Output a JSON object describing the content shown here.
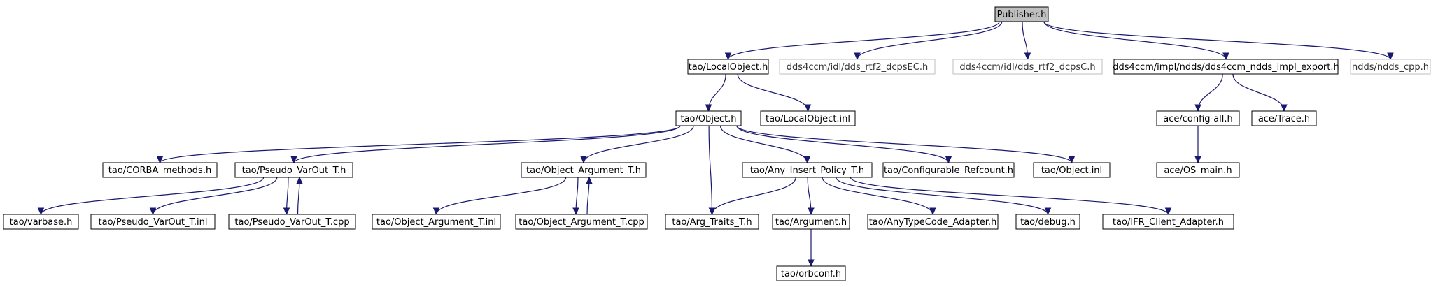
{
  "graph": {
    "colors": {
      "edge": "#191970",
      "root_fill": "#bfbfbf",
      "node_border": "#000000",
      "external_border": "#bfbfbf"
    },
    "nodes": [
      {
        "id": "publisher",
        "label": "Publisher.h",
        "kind": "root"
      },
      {
        "id": "localobject",
        "label": "tao/LocalObject.h"
      },
      {
        "id": "rtf2ec",
        "label": "dds4ccm/idl/dds_rtf2_dcpsEC.h",
        "kind": "external"
      },
      {
        "id": "rtf2c",
        "label": "dds4ccm/idl/dds_rtf2_dcpsC.h",
        "kind": "external"
      },
      {
        "id": "nddsexport",
        "label": "dds4ccm/impl/ndds/dds4ccm_ndds_impl_export.h"
      },
      {
        "id": "nddscpp",
        "label": "ndds/ndds_cpp.h",
        "kind": "external"
      },
      {
        "id": "object",
        "label": "tao/Object.h"
      },
      {
        "id": "localobjectinl",
        "label": "tao/LocalObject.inl"
      },
      {
        "id": "configall",
        "label": "ace/config-all.h"
      },
      {
        "id": "trace",
        "label": "ace/Trace.h"
      },
      {
        "id": "osmain",
        "label": "ace/OS_main.h"
      },
      {
        "id": "corbamethods",
        "label": "tao/CORBA_methods.h"
      },
      {
        "id": "pseudovarout",
        "label": "tao/Pseudo_VarOut_T.h"
      },
      {
        "id": "objectargument",
        "label": "tao/Object_Argument_T.h"
      },
      {
        "id": "anyinsert",
        "label": "tao/Any_Insert_Policy_T.h"
      },
      {
        "id": "configurablerefcount",
        "label": "tao/Configurable_Refcount.h"
      },
      {
        "id": "objectinl",
        "label": "tao/Object.inl"
      },
      {
        "id": "varbase",
        "label": "tao/varbase.h"
      },
      {
        "id": "pseudovaroutinl",
        "label": "tao/Pseudo_VarOut_T.inl"
      },
      {
        "id": "pseudovaroutcpp",
        "label": "tao/Pseudo_VarOut_T.cpp"
      },
      {
        "id": "objectargumentinl",
        "label": "tao/Object_Argument_T.inl"
      },
      {
        "id": "objectargumentcpp",
        "label": "tao/Object_Argument_T.cpp"
      },
      {
        "id": "argtraits",
        "label": "tao/Arg_Traits_T.h"
      },
      {
        "id": "argument",
        "label": "tao/Argument.h"
      },
      {
        "id": "anytypecode",
        "label": "tao/AnyTypeCode_Adapter.h"
      },
      {
        "id": "debug",
        "label": "tao/debug.h"
      },
      {
        "id": "ifrclient",
        "label": "tao/IFR_Client_Adapter.h"
      },
      {
        "id": "orbconf",
        "label": "tao/orbconf.h"
      }
    ],
    "edges": [
      {
        "from": "publisher",
        "to": "localobject"
      },
      {
        "from": "publisher",
        "to": "rtf2ec"
      },
      {
        "from": "publisher",
        "to": "rtf2c"
      },
      {
        "from": "publisher",
        "to": "nddsexport"
      },
      {
        "from": "publisher",
        "to": "nddscpp"
      },
      {
        "from": "localobject",
        "to": "object"
      },
      {
        "from": "localobject",
        "to": "localobjectinl"
      },
      {
        "from": "nddsexport",
        "to": "configall"
      },
      {
        "from": "nddsexport",
        "to": "trace"
      },
      {
        "from": "configall",
        "to": "osmain"
      },
      {
        "from": "object",
        "to": "corbamethods"
      },
      {
        "from": "object",
        "to": "pseudovarout"
      },
      {
        "from": "object",
        "to": "objectargument"
      },
      {
        "from": "object",
        "to": "anyinsert"
      },
      {
        "from": "object",
        "to": "configurablerefcount"
      },
      {
        "from": "object",
        "to": "objectinl"
      },
      {
        "from": "object",
        "to": "argtraits"
      },
      {
        "from": "pseudovarout",
        "to": "varbase"
      },
      {
        "from": "pseudovarout",
        "to": "pseudovaroutinl"
      },
      {
        "from": "pseudovarout",
        "to": "pseudovaroutcpp"
      },
      {
        "from": "pseudovaroutcpp",
        "to": "pseudovarout"
      },
      {
        "from": "objectargument",
        "to": "objectargumentinl"
      },
      {
        "from": "objectargument",
        "to": "objectargumentcpp"
      },
      {
        "from": "objectargumentcpp",
        "to": "objectargument"
      },
      {
        "from": "anyinsert",
        "to": "argtraits"
      },
      {
        "from": "anyinsert",
        "to": "argument"
      },
      {
        "from": "anyinsert",
        "to": "anytypecode"
      },
      {
        "from": "anyinsert",
        "to": "debug"
      },
      {
        "from": "anyinsert",
        "to": "ifrclient"
      },
      {
        "from": "argument",
        "to": "orbconf"
      }
    ]
  }
}
